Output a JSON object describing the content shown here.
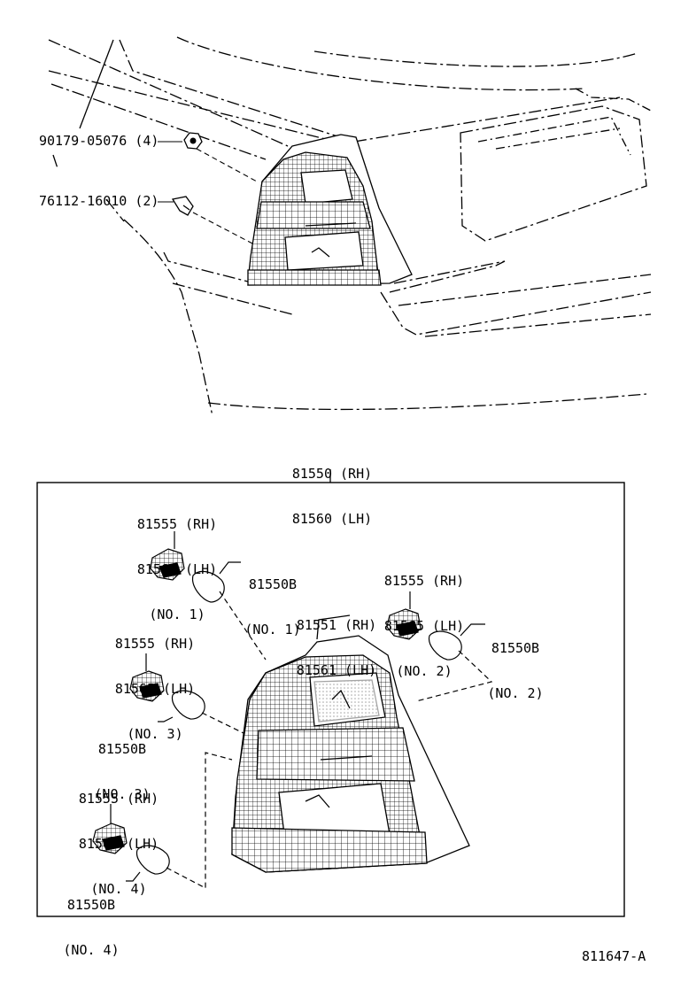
{
  "colors": {
    "ink": "#000000",
    "paper": "#ffffff"
  },
  "parts": {
    "nut": "90179-05076 (4)",
    "clip": "76112-16010 (2)",
    "assembly_rh": "81550 (RH)",
    "assembly_lh": "81560 (LH)",
    "lens_rh": "81551 (RH)",
    "lens_lh": "81561 (LH)",
    "socket_no1": {
      "rh": "81555 (RH)",
      "lh": "81565 (LH)",
      "no": "(NO. 1)"
    },
    "socket_no2": {
      "rh": "81555 (RH)",
      "lh": "81565 (LH)",
      "no": "(NO. 2)"
    },
    "socket_no3": {
      "rh": "81555 (RH)",
      "lh": "81565 (LH)",
      "no": "(NO. 3)"
    },
    "socket_no4": {
      "rh": "81555 (RH)",
      "lh": "81565 (LH)",
      "no": "(NO. 4)"
    },
    "bulb_no1": {
      "part": "81550B",
      "no": "(NO. 1)"
    },
    "bulb_no2": {
      "part": "81550B",
      "no": "(NO. 2)"
    },
    "bulb_no3": {
      "part": "81550B",
      "no": "(NO. 3)"
    },
    "bulb_no4": {
      "part": "81550B",
      "no": "(NO. 4)"
    }
  },
  "figure_code": "811647-A"
}
